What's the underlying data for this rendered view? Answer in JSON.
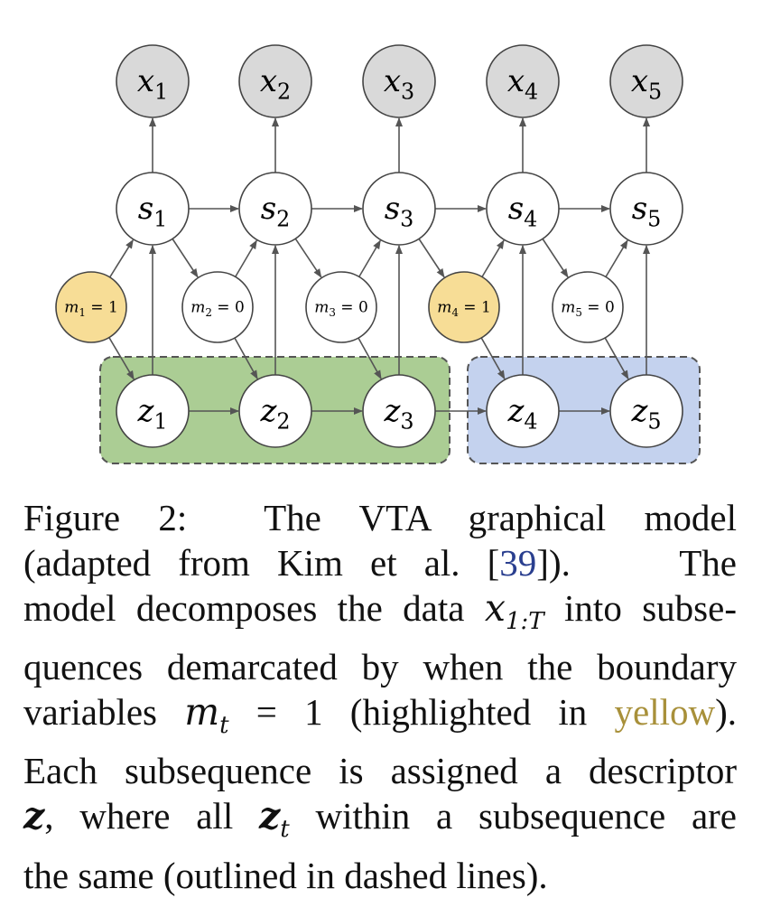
{
  "diagram": {
    "colors": {
      "observed_fill": "#d9d9d9",
      "latent_fill": "#ffffff",
      "boundary_active_fill": "#f7dd96",
      "node_stroke": "#444444",
      "edge": "#555555",
      "group1_fill": "#abcd94",
      "group2_fill": "#c4d2ee",
      "group_stroke": "#555555"
    },
    "x_nodes": [
      {
        "var": "x",
        "sub": "1"
      },
      {
        "var": "x",
        "sub": "2"
      },
      {
        "var": "x",
        "sub": "3"
      },
      {
        "var": "x",
        "sub": "4"
      },
      {
        "var": "x",
        "sub": "5"
      }
    ],
    "s_nodes": [
      {
        "var": "s",
        "sub": "1"
      },
      {
        "var": "s",
        "sub": "2"
      },
      {
        "var": "s",
        "sub": "3"
      },
      {
        "var": "s",
        "sub": "4"
      },
      {
        "var": "s",
        "sub": "5"
      }
    ],
    "m_nodes": [
      {
        "var": "m",
        "sub": "1",
        "value": "= 1",
        "active": true
      },
      {
        "var": "m",
        "sub": "2",
        "value": "= 0",
        "active": false
      },
      {
        "var": "m",
        "sub": "3",
        "value": "= 0",
        "active": false
      },
      {
        "var": "m",
        "sub": "4",
        "value": "= 1",
        "active": true
      },
      {
        "var": "m",
        "sub": "5",
        "value": "= 0",
        "active": false
      }
    ],
    "z_nodes": [
      {
        "var": "z",
        "sub": "1"
      },
      {
        "var": "z",
        "sub": "2"
      },
      {
        "var": "z",
        "sub": "3"
      },
      {
        "var": "z",
        "sub": "4"
      },
      {
        "var": "z",
        "sub": "5"
      }
    ]
  },
  "caption": {
    "figure_label": "Figure 2:",
    "l1_title": "The VTA graphical model",
    "l2_pre": "(adapted from Kim et al. [",
    "l2_cite": "39",
    "l2_post": "]).",
    "l2_the": "The",
    "l3_pre": "model decomposes the data ",
    "l3_math_x": "x",
    "l3_math_sub": "1:T",
    "l3_post": " into subse-",
    "l4": "quences demarcated by when the boundary",
    "l5_pre": "variables ",
    "l5_math_m": "m",
    "l5_math_sub": "t",
    "l5_eq": " = 1",
    "l5_mid": " (highlighted in ",
    "l5_yellow": "yellow",
    "l5_post": ").",
    "l6": "Each subsequence is assigned a descriptor",
    "l7_z": "z",
    "l7_mid": ", where all ",
    "l7_zt": "z",
    "l7_zt_sub": "t",
    "l7_post": " within a subsequence are",
    "l8": "the same (outlined in dashed lines)."
  }
}
